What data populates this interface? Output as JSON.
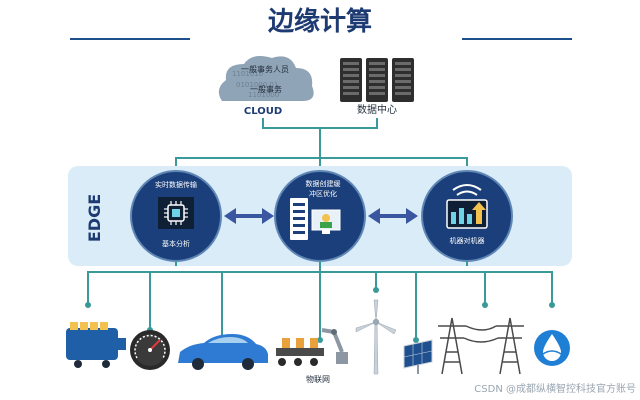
{
  "title": "边缘计算",
  "cloud": {
    "line1": "一般事务人员",
    "line2": "一般事务",
    "binary_a": "1101010",
    "binary_b": "0101000 01",
    "binary_c": "1101000",
    "label": "CLOUD"
  },
  "datacenter": {
    "label": "数据中心"
  },
  "edge": {
    "label": "EDGE",
    "node1": {
      "top": "实时数据传输",
      "bottom": "基本分析"
    },
    "node2": {
      "top_line1": "数据创建缓",
      "top_line2": "冲区优化"
    },
    "node3": {
      "bottom": "机器对机器"
    }
  },
  "devices": {
    "iot_label": "物联网"
  },
  "watermark": "CSDN @成都纵横智控科技官方账号",
  "colors": {
    "title": "#1d3b72",
    "rule": "#1d4f8a",
    "edge_band": "#d9ecf7",
    "node_fill": "#1b3f7a",
    "node_ring": "#5f86b4",
    "connector": "#3a9a9a",
    "arrow": "#3a56a0",
    "cloud": "#8fa4b6",
    "server": "#2e2e2e"
  }
}
